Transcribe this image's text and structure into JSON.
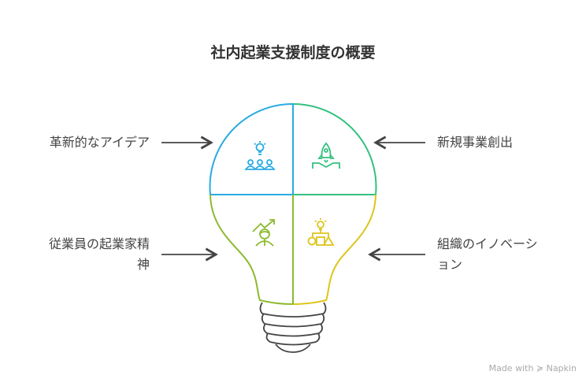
{
  "title": "社内起業支援制度の概要",
  "quadrants": [
    {
      "label": "革新的なアイデア",
      "icon": "idea-team-icon",
      "color": "#29abe2"
    },
    {
      "label": "新規事業創出",
      "icon": "rocket-launch-icon",
      "color": "#33c17f"
    },
    {
      "label_lines": [
        "従業員の起業家精",
        "神"
      ],
      "icon": "growth-person-icon",
      "color": "#8cba2e"
    },
    {
      "label_lines": [
        "組織のイノベーシ",
        "ョン"
      ],
      "icon": "idea-structure-icon",
      "color": "#ddc51c"
    }
  ],
  "watermark": "Made with",
  "watermark_brand": "Napkin"
}
